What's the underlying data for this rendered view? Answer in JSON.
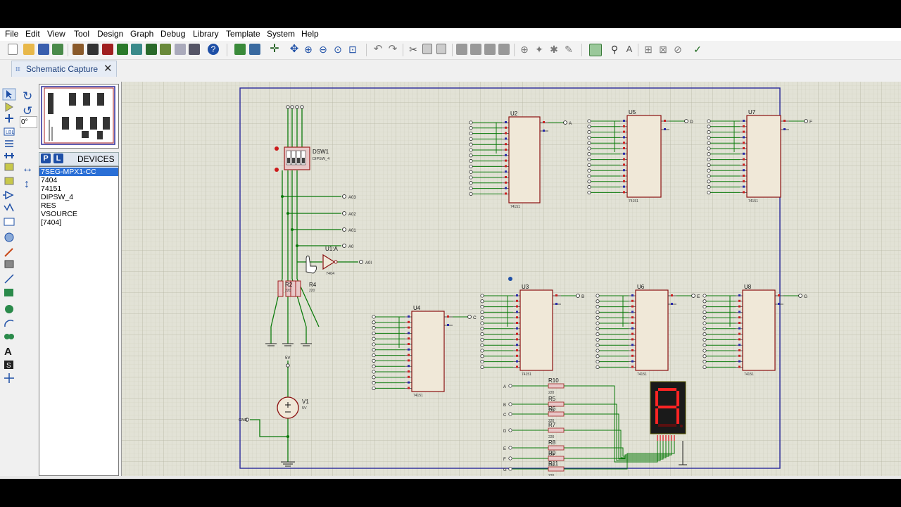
{
  "menu": [
    "File",
    "Edit",
    "View",
    "Tool",
    "Design",
    "Graph",
    "Debug",
    "Library",
    "Template",
    "System",
    "Help"
  ],
  "tab": {
    "label": "Schematic Capture",
    "close": "✕"
  },
  "rotation": {
    "angle": "0°"
  },
  "devices": {
    "header_p": "P",
    "header_l": "L",
    "title": "DEVICES",
    "items": [
      "7SEG-MPX1-CC",
      "7404",
      "74151",
      "DIPSW_4",
      "RES",
      "VSOURCE",
      "[7404]"
    ],
    "selected": 0
  },
  "schematic": {
    "dsw1": {
      "ref": "DSW1",
      "value": "DIPSW_4"
    },
    "u1": {
      "ref": "U1:A",
      "value": "7404"
    },
    "r2": {
      "ref": "R2",
      "value": "220"
    },
    "r4": {
      "ref": "R4",
      "value": "220"
    },
    "v1": {
      "ref": "V1",
      "value": "5V"
    },
    "v1_top": "5V",
    "gnd_label": "GND",
    "addr_labels": [
      "A03",
      "A02",
      "A01",
      "A0"
    ],
    "u1_out": "A0I",
    "chips": [
      {
        "ref": "U2",
        "part": "74151"
      },
      {
        "ref": "U5",
        "part": "74151"
      },
      {
        "ref": "U7",
        "part": "74151"
      },
      {
        "ref": "U3",
        "part": "74151"
      },
      {
        "ref": "U6",
        "part": "74151"
      },
      {
        "ref": "U8",
        "part": "74151"
      },
      {
        "ref": "U4",
        "part": "74151"
      }
    ],
    "outputs": [
      "A",
      "D",
      "F",
      "B",
      "E",
      "G",
      "C"
    ],
    "resistors": [
      "R10",
      "R5",
      "R6",
      "R7",
      "R8",
      "R9",
      "R11"
    ],
    "res_value": "220",
    "seg_inputs": [
      "A",
      "B",
      "C",
      "D",
      "E",
      "F",
      "G"
    ],
    "display_char": "A"
  },
  "colors": {
    "canvas": "#e2e2d6",
    "wire": "#0a7a0a",
    "sheet": "#2a2a9a",
    "chip": "#f0e8d8",
    "chip_border": "#8a1010",
    "seg": "#ff2020"
  }
}
